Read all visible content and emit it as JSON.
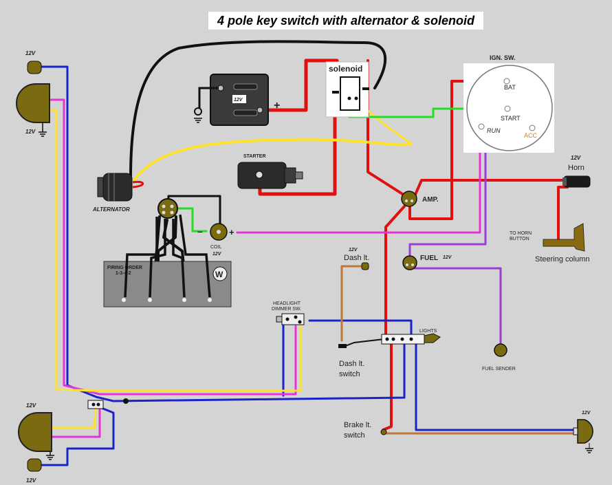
{
  "title": "4 pole key switch with alternator & solenoid",
  "labels": {
    "v12": "12V",
    "alternator": "ALTERNATOR",
    "solenoid": "solenoid",
    "starter": "STARTER",
    "coil": "COIL",
    "coil_minus": "–",
    "coil_plus": "+",
    "battery_plus": "+",
    "firing_order_line1": "FIRING ORDER",
    "firing_order_line2": "1-3-4-2",
    "firing_logo": "W",
    "ign_sw": "IGN. SW.",
    "bat": "BAT",
    "start": "START",
    "run": "RUN",
    "acc": "ACC",
    "horn": "Horn",
    "amp": "AMP.",
    "to_horn_button_1": "TO HORN",
    "to_horn_button_2": "BUTTON",
    "steering_column": "Steering column",
    "fuel": "FUEL",
    "fuel_sender": "FUEL SENDER",
    "dash_lt": "Dash lt.",
    "headlight_dimmer_1": "HEADLIGHT",
    "headlight_dimmer_2": "DIMMER SW.",
    "lights": "LIGHTS",
    "dash_lt_switch_1": "Dash lt.",
    "dash_lt_switch_2": "switch",
    "brake_lt_switch_1": "Brake lt.",
    "brake_lt_switch_2": "switch"
  },
  "colors": {
    "black": "#111111",
    "red": "#e01010",
    "yellow": "#ffe22a",
    "blue": "#1a23c8",
    "magenta": "#e433d6",
    "green": "#22dd22",
    "purple": "#9a3fcf",
    "brown": "#c0783a",
    "lamp": "#7a6a10",
    "switch_face": "#ffffff",
    "background": "#d4d4d4"
  }
}
